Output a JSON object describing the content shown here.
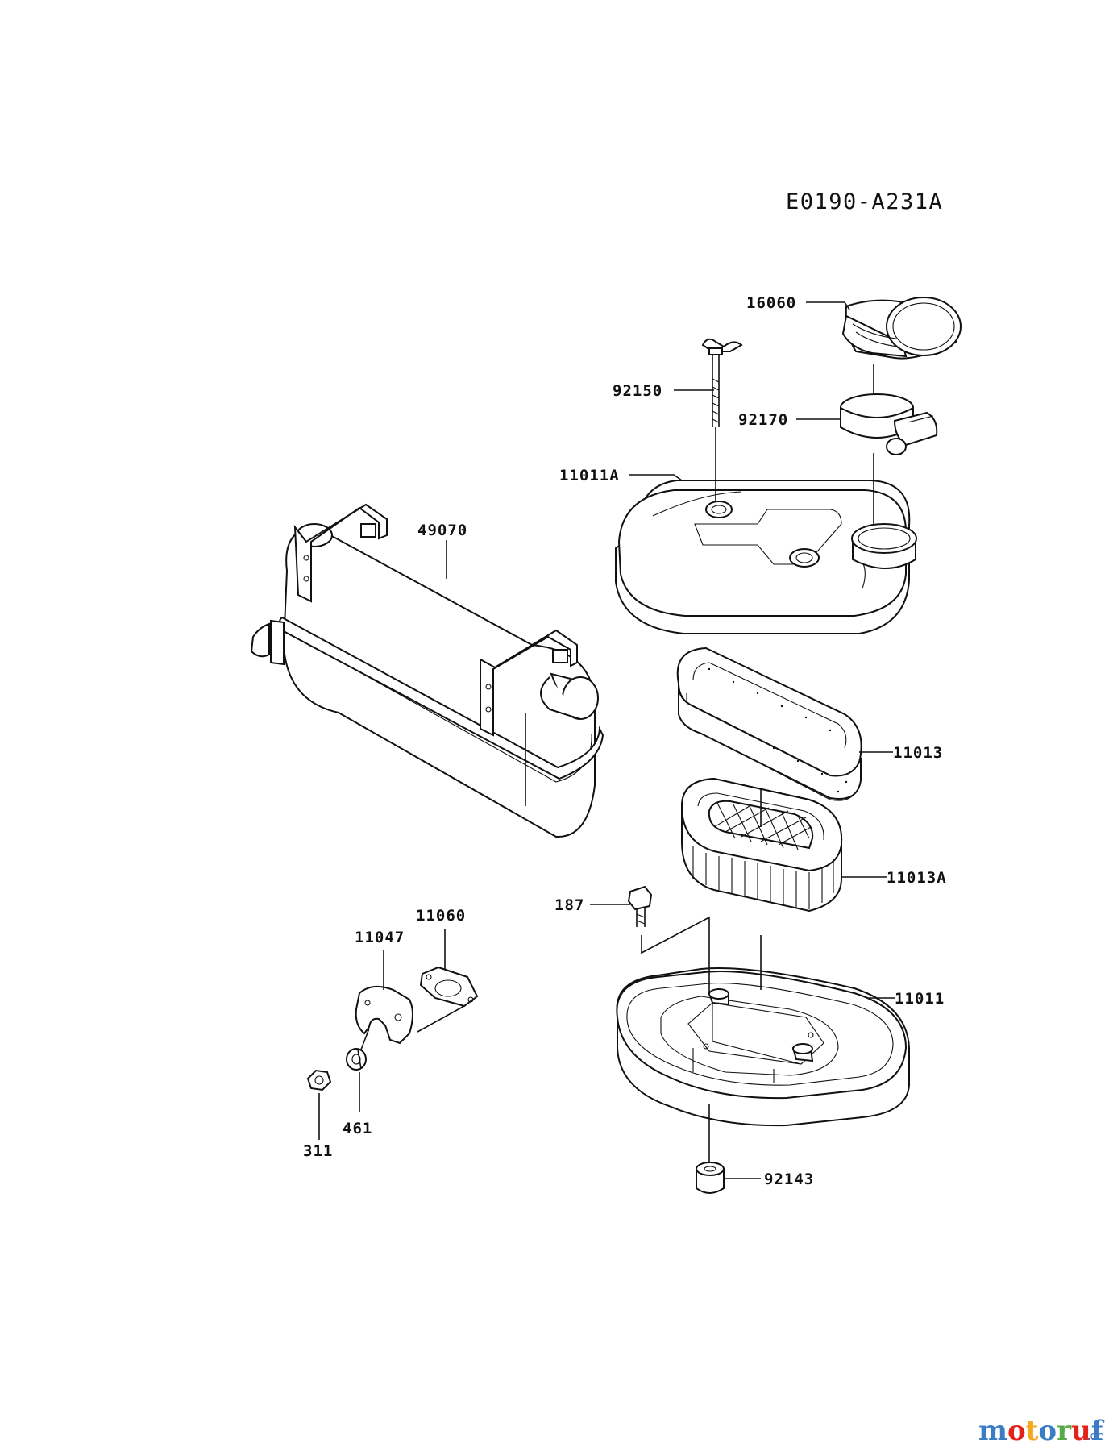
{
  "diagram_code": "E0190-A231A",
  "watermark": {
    "text": "motoruf",
    "suffix": ".de",
    "colors": [
      "#3b7dc4",
      "#e2231a",
      "#f4a81d",
      "#3b7dc4",
      "#58a948",
      "#e2231a",
      "#3b7dc4"
    ],
    "suffix_color": "#3b7dc4"
  },
  "parts": [
    {
      "part_no": "16060"
    },
    {
      "part_no": "92150"
    },
    {
      "part_no": "92170"
    },
    {
      "part_no": "11011A"
    },
    {
      "part_no": "49070"
    },
    {
      "part_no": "11013"
    },
    {
      "part_no": "11013A"
    },
    {
      "part_no": "187"
    },
    {
      "part_no": "11011"
    },
    {
      "part_no": "11060"
    },
    {
      "part_no": "11047"
    },
    {
      "part_no": "461"
    },
    {
      "part_no": "311"
    },
    {
      "part_no": "92143"
    }
  ],
  "colors": {
    "line": "#111111",
    "background": "#ffffff"
  }
}
